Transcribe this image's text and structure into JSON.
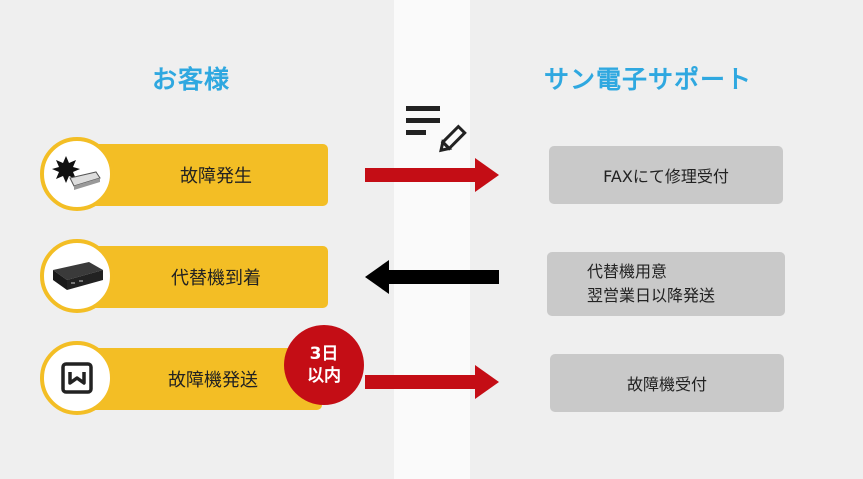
{
  "left_title": "お客様",
  "right_title": "サン電子サポート",
  "steps": [
    {
      "label": "故障発生",
      "icon": "broken-device-icon"
    },
    {
      "label": "代替機到着",
      "icon": "device-icon"
    },
    {
      "label": "故障機発送",
      "icon": "shipping-box-icon"
    }
  ],
  "support_boxes": [
    {
      "lines": [
        "FAXにて修理受付"
      ]
    },
    {
      "lines": [
        "代替機用意",
        "翌営業日以降発送"
      ]
    },
    {
      "lines": [
        "故障機受付"
      ]
    }
  ],
  "badge": {
    "line1": "3日",
    "line2": "以内"
  },
  "colors": {
    "accent_yellow": "#f3be25",
    "title_blue": "#2fa8e0",
    "arrow_red": "#c40d15",
    "box_gray": "#c9c9c9"
  },
  "center_icon": "memo-edit-icon"
}
